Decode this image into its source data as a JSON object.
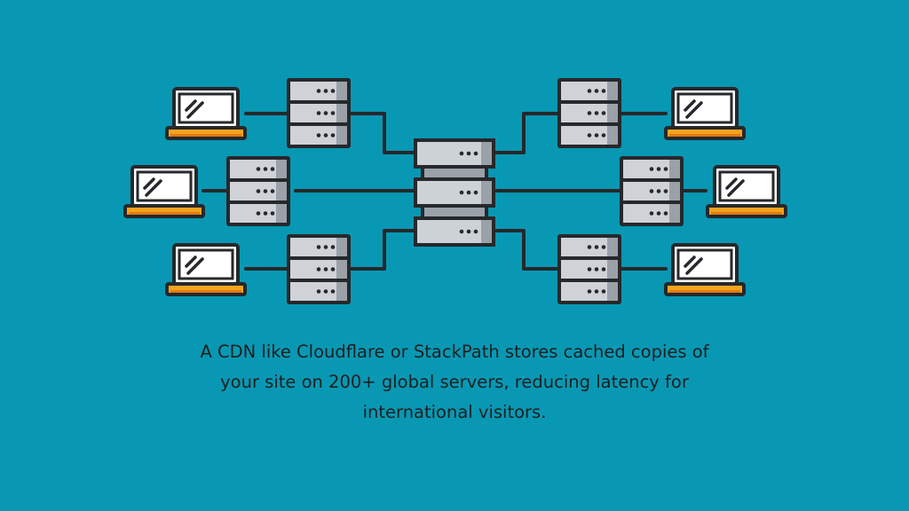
{
  "colors": {
    "background": "#0898b4",
    "outline": "#26282b",
    "server_light": "#cfd3d8",
    "server_shade": "#9aa1a8",
    "server_hub": "#cdd2d7",
    "screen": "#ffffff",
    "screen_glare": "#e4e8ec",
    "laptop_base": "#f6a21e",
    "laptop_base_shade": "#e07c12",
    "text": "#1f1f1f"
  },
  "icons": {
    "hub": "origin-server-icon",
    "edge": "edge-server-icon",
    "client": "laptop-icon"
  },
  "caption": {
    "line1": "A CDN like Cloudflare or StackPath stores cached copies of",
    "line2": "your site on 200+ global servers, reducing latency for",
    "line3": "international visitors."
  }
}
